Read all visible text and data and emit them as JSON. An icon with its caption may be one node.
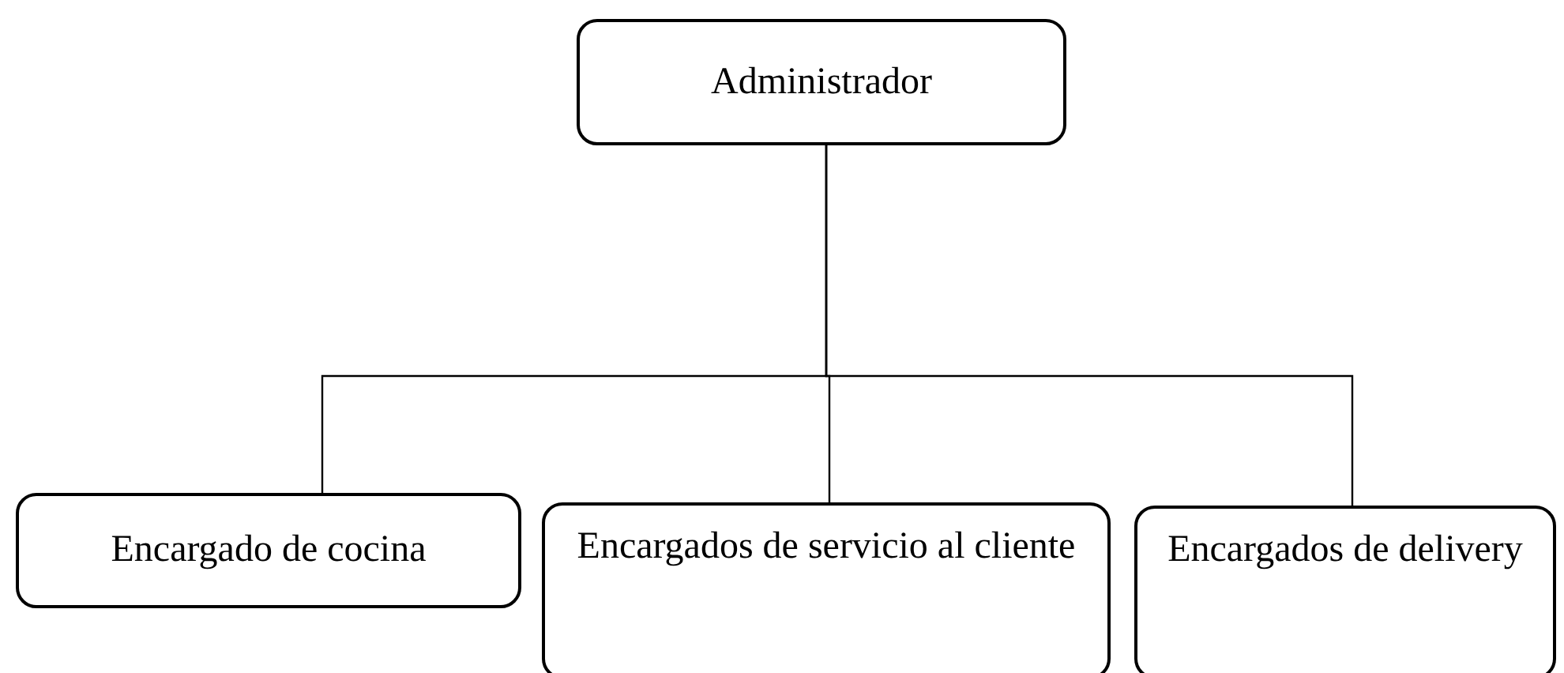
{
  "diagram": {
    "nodes": [
      {
        "text": [
          "Administrador"
        ]
      },
      {
        "text": [
          "Encargado de cocina"
        ]
      },
      {
        "text": [
          "Encargados de servicio al cliente"
        ]
      },
      {
        "text": [
          "Encargados de delivery"
        ]
      }
    ],
    "edges": [
      {
        "from": 0,
        "to": 1,
        "arrow": "none"
      },
      {
        "from": 0,
        "to": 2,
        "arrow": "none"
      },
      {
        "from": 0,
        "to": 3,
        "arrow": "none"
      }
    ]
  }
}
